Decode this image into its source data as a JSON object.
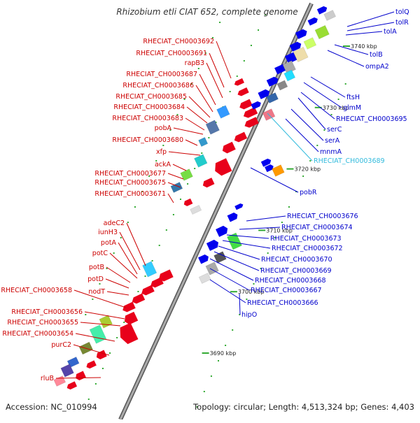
{
  "title": "Rhizobium etli CIAT 652, complete genome",
  "footer": {
    "accession": "Accession: NC_010994",
    "topology": "Topology: circular; Length: 4,513,324 bp; Genes: 4,403"
  },
  "colors": {
    "reverse_label": "#cc0000",
    "forward_label": "#0000cc",
    "highlight_label": "#33bbdd",
    "backbone": "#999999",
    "tick": "#33aa33"
  },
  "ticks": [
    {
      "kbp": 3690,
      "label": "3690 kbp"
    },
    {
      "kbp": 3700,
      "label": "3700 kbp"
    },
    {
      "kbp": 3710,
      "label": "3710 kbp"
    },
    {
      "kbp": 3720,
      "label": "3720 kbp"
    },
    {
      "kbp": 3730,
      "label": "3730 kbp"
    },
    {
      "kbp": 3740,
      "label": "3740 kbp"
    }
  ],
  "left_labels": [
    "RHECIAT_CH0003692",
    "RHECIAT_CH0003691",
    "rapB3",
    "RHECIAT_CH0003687",
    "RHECIAT_CH0003686",
    "RHECIAT_CH0003685",
    "RHECIAT_CH0003684",
    "RHECIAT_CH0003683",
    "pobA",
    "RHECIAT_CH0003680",
    "xfp",
    "ackA",
    "RHECIAT_CH0003677",
    "RHECIAT_CH0003675",
    "RHECIAT_CH0003671",
    "adeC2",
    "iunH3",
    "potA",
    "potC",
    "potB",
    "potD",
    "nodT",
    "RHECIAT_CH0003658",
    "RHECIAT_CH0003656",
    "RHECIAT_CH0003655",
    "RHECIAT_CH0003654",
    "purC2",
    "rluB"
  ],
  "right_labels": [
    "tolQ",
    "tolR",
    "tolA",
    "tolB",
    "ompA2",
    "ftsH",
    "glmM",
    "RHECIAT_CH0003695",
    "serC",
    "serA",
    "mnmA",
    "RHECIAT_CH0003689",
    "pobR",
    "RHECIAT_CH0003676",
    "RHECIAT_CH0003674",
    "RHECIAT_CH0003673",
    "RHECIAT_CH0003672",
    "RHECIAT_CH0003670",
    "RHECIAT_CH0003669",
    "RHECIAT_CH0003668",
    "RHECIAT_CH0003667",
    "RHECIAT_CH0003666",
    "hipO"
  ]
}
